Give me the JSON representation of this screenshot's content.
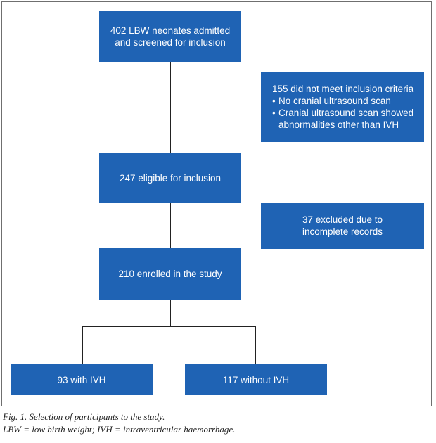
{
  "flowchart": {
    "box_admitted": {
      "line1": "402 LBW neonates admitted",
      "line2": "and screened for inclusion"
    },
    "box_not_meet": {
      "title": "155 did not meet inclusion criteria",
      "bullets": [
        "No cranial ultrasound scan",
        "Cranial ultrasound scan showed abnormalities other than IVH"
      ],
      "bullet_symbol": "•"
    },
    "box_eligible": "247 eligible for inclusion",
    "box_excluded": {
      "line1": "37 excluded due to",
      "line2": "incomplete records"
    },
    "box_enrolled": "210 enrolled in the study",
    "box_with_ivh": "93 with IVH",
    "box_without_ivh": "117 without IVH"
  },
  "caption": {
    "line1": "Fig. 1. Selection of participants to the study.",
    "line2": "LBW = low birth weight; IVH = intraventricular haemorrhage."
  },
  "colors": {
    "box_fill": "#1f63b4",
    "box_text": "#ffffff",
    "connector": "#222222"
  }
}
